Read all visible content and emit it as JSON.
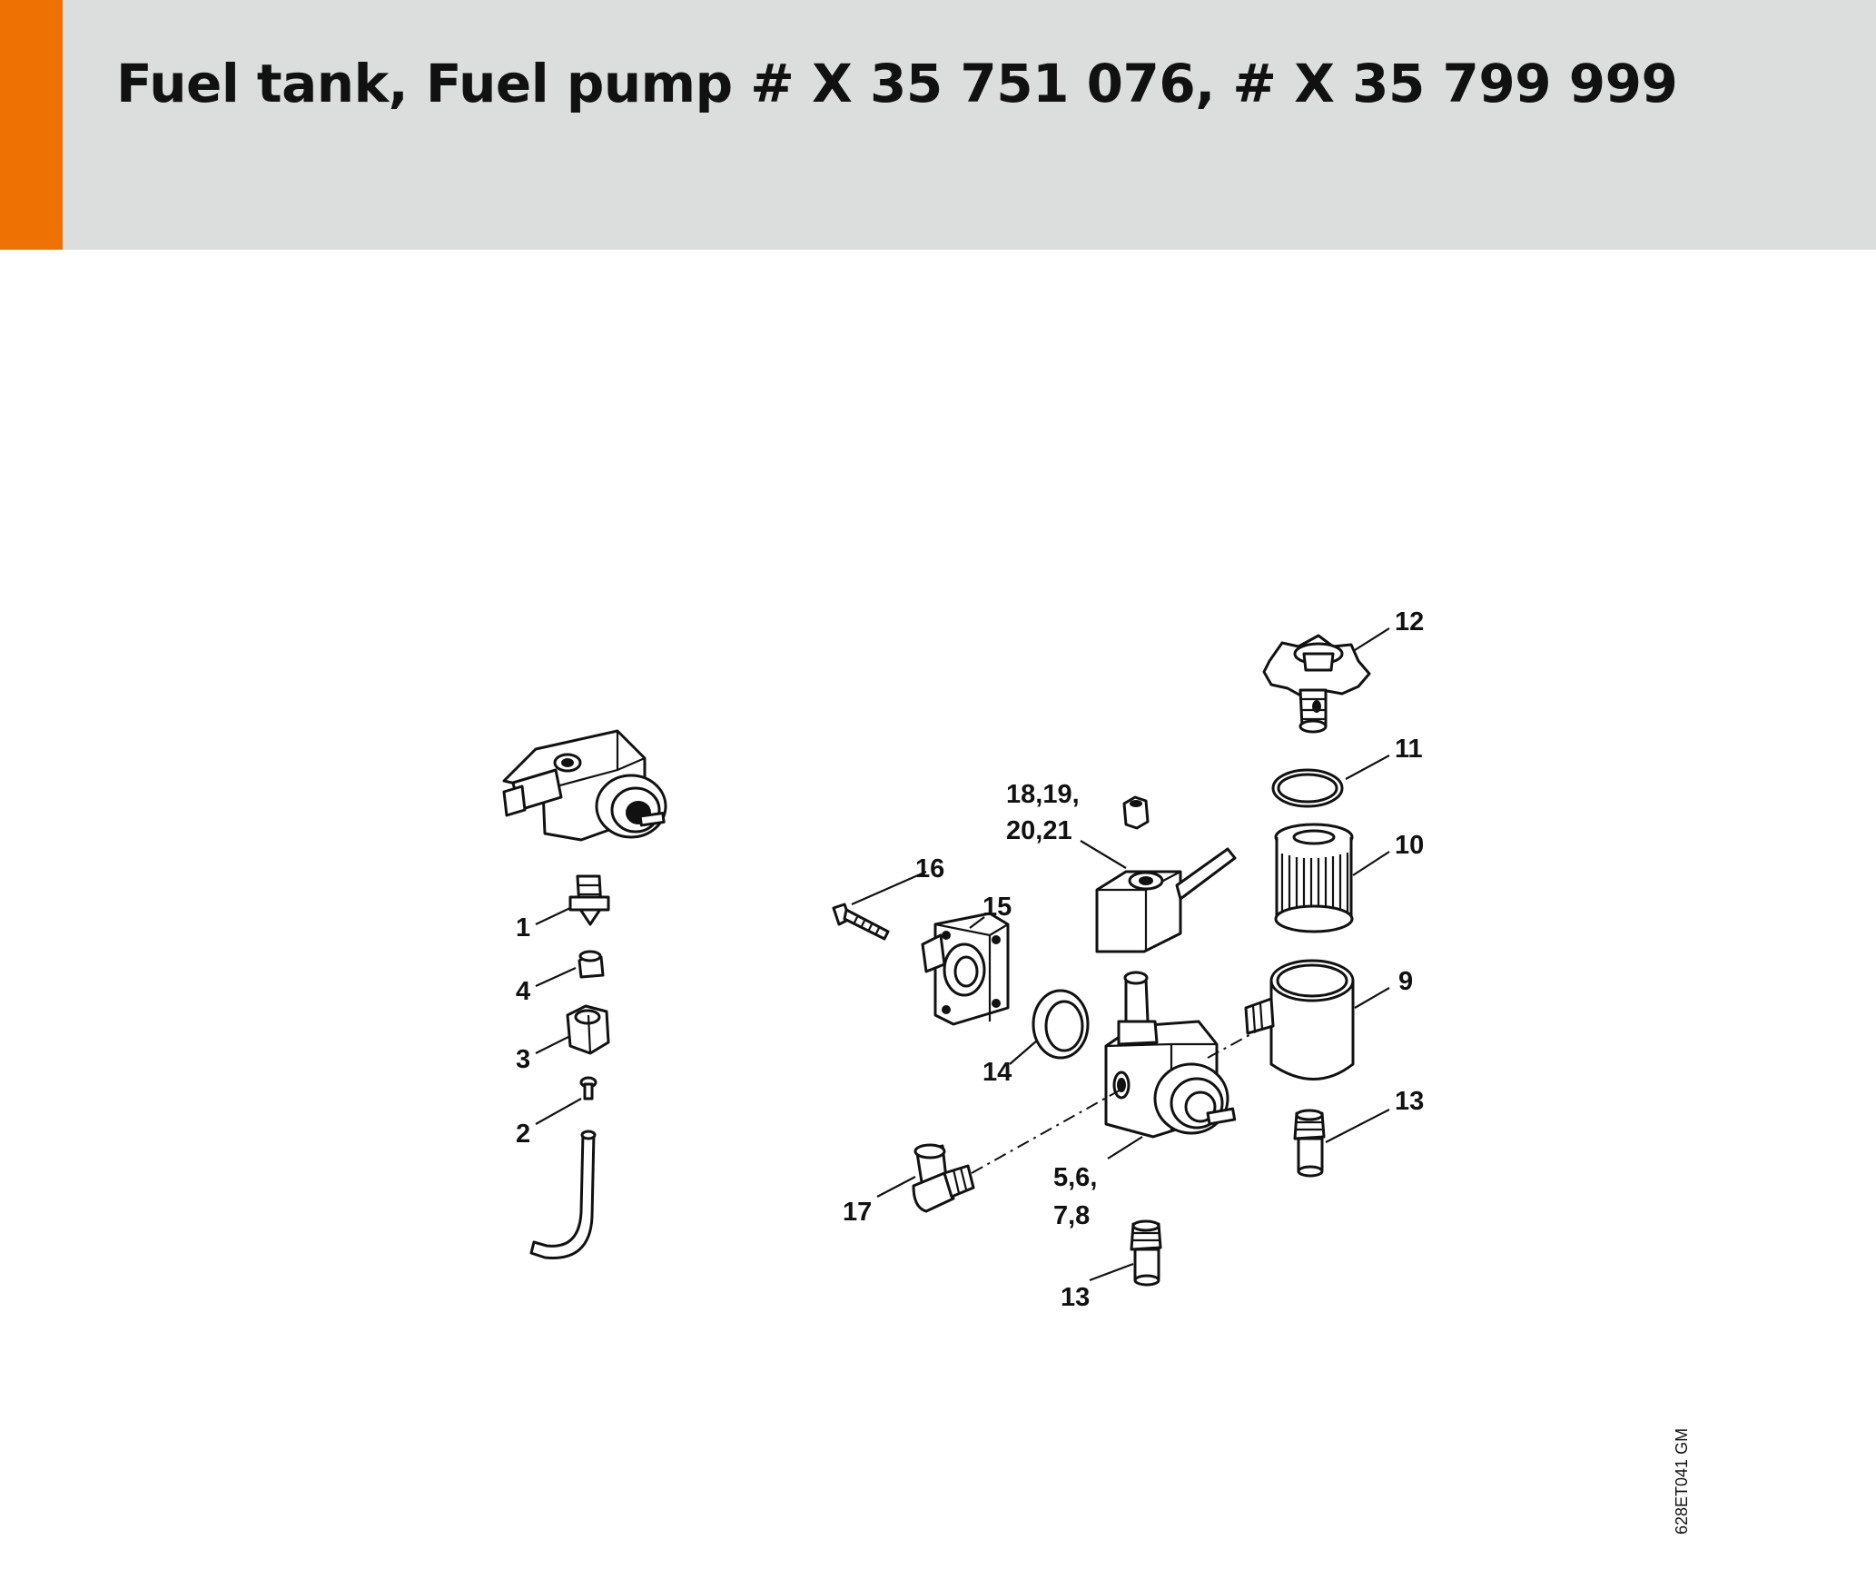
{
  "header": {
    "title": "Fuel tank, Fuel pump # X 35 751 076, # X 35 799 999",
    "accent_color": "#ee7203",
    "background_color": "#dcdddd"
  },
  "diagram": {
    "callouts": {
      "c1": "1",
      "c2": "2",
      "c3": "3",
      "c4": "4",
      "c5678_a": "5,6,",
      "c5678_b": "7,8",
      "c9": "9",
      "c10": "10",
      "c11": "11",
      "c12": "12",
      "c13_right": "13",
      "c13_bottom": "13",
      "c14": "14",
      "c15": "15",
      "c16": "16",
      "c17": "17",
      "c18_a": "18,19,",
      "c18_b": "20,21"
    },
    "parts_icons": [
      "pump-assembly-icon",
      "union-nut-icon",
      "sleeve-icon",
      "hex-nut-icon",
      "screw-icon",
      "fuel-hose-icon",
      "fuel-pump-icon",
      "filter-bowl-icon",
      "filter-element-icon",
      "o-ring-icon",
      "knurled-screw-icon",
      "fitting-icon",
      "gasket-icon",
      "flange-icon",
      "bolt-icon",
      "elbow-fitting-icon",
      "solenoid-valve-icon"
    ]
  },
  "footer": {
    "image_code": "628ET041 GM"
  }
}
